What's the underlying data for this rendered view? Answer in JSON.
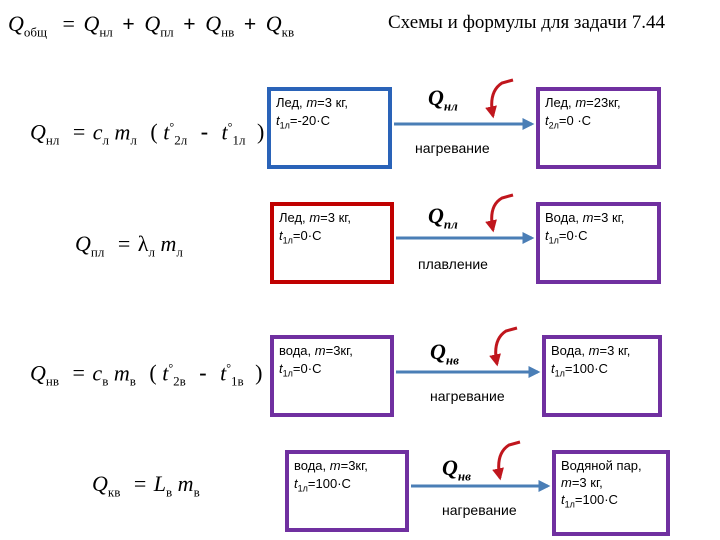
{
  "title": "Схемы и формулы для задачи 7.44",
  "colors": {
    "blue": "#2a63b8",
    "purple": "#7030a0",
    "red": "#c00000",
    "arrow": "#4a7eb6",
    "hook": "#c0161d"
  },
  "header_formula": {
    "lhs": "Q",
    "lhs_sub": "общ",
    "eq": "=",
    "t1": "Q",
    "t1_sub": "нл",
    "plus1": "+",
    "t2": "Q",
    "t2_sub": "пл",
    "plus2": "+",
    "t3": "Q",
    "t3_sub": "нв",
    "plus3": "+",
    "t4": "Q",
    "t4_sub": "кв"
  },
  "rows": [
    {
      "formula": {
        "q": "Q",
        "q_sub": "нл",
        "eq": "=",
        "c": "c",
        "c_sub": "л",
        "m": "m",
        "m_sub": "л",
        "lp": "(",
        "t2": "t",
        "t2_sup": "°",
        "t2_sub": "2л",
        "minus": "-",
        "t1": "t",
        "t1_sup": "°",
        "t1_sub": "1л",
        "rp": ")"
      },
      "left_box": {
        "l1": "Лед,",
        "m": "m",
        "l1b": "=3 кг,",
        "t": "t",
        "t_sub": "1л",
        "l2b": "=-20",
        "deg": "·",
        "unit": "С"
      },
      "q_label": {
        "q": "Q",
        "sub": "нл"
      },
      "process": "нагревание",
      "right_box": {
        "l1": " Лед,",
        "m": "m",
        "l1b": "=23кг,",
        "t": "t",
        "t_sub": "2л",
        "l2b": "=0",
        "deg": " ·",
        "unit": "С"
      }
    },
    {
      "formula": {
        "q": "Q",
        "q_sub": "пл",
        "eq": "=",
        "lam": "λ",
        "lam_sub": "л",
        "m": "m",
        "m_sub": "л"
      },
      "left_box": {
        "l1": "Лед,",
        "m": "m",
        "l1b": "=3 кг,",
        "t": "t",
        "t_sub": "1л",
        "l2b": "=0",
        "deg": "·",
        "unit": "С"
      },
      "q_label": {
        "q": "Q",
        "sub": "пл"
      },
      "process": "плавление",
      "right_box": {
        "l1": "Вода,",
        "m": "m",
        "l1b": "=3 кг,",
        "t": "t",
        "t_sub": "1л",
        "l2b": "=0",
        "deg": "·",
        "unit": "С"
      }
    },
    {
      "formula": {
        "q": "Q",
        "q_sub": "нв",
        "eq": "=",
        "c": "c",
        "c_sub": "в",
        "m": "m",
        "m_sub": "в",
        "lp": "(",
        "t2": "t",
        "t2_sup": "°",
        "t2_sub": "2в",
        "minus": "-",
        "t1": "t",
        "t1_sup": "°",
        "t1_sub": "1в",
        "rp": ")"
      },
      "left_box": {
        "l1": "вода,",
        "m": "m",
        "l1b": "=3кг,",
        "t": "t",
        "t_sub": "1л",
        "l2b": "=0",
        "deg": "·",
        "unit": "С"
      },
      "q_label": {
        "q": "Q",
        "sub": "нв"
      },
      "process": "нагревание",
      "right_box": {
        "l1": "Вода,",
        "m": "m",
        "l1b": "=3 кг,",
        "t": "t",
        "t_sub": "1л",
        "l2b": "=100",
        "deg": "·",
        "unit": "С"
      }
    },
    {
      "formula": {
        "q": "Q",
        "q_sub": "кв",
        "eq": "=",
        "L": "L",
        "L_sub": "в",
        "m": "m",
        "m_sub": "в"
      },
      "left_box": {
        "l1": "вода,",
        "m": "m",
        "l1b": "=3кг,",
        "t": "t",
        "t_sub": "1л",
        "l2b": "=100",
        "deg": "·",
        "unit": "С"
      },
      "q_label": {
        "q": "Q",
        "sub": "нв"
      },
      "process": "нагревание",
      "right_box": {
        "l1": "Водяной пар,",
        "m": "m",
        "l1b": "=3 кг,",
        "t": "t",
        "t_sub": "1л",
        "l2b": "=100",
        "deg": "·",
        "unit": "С"
      }
    }
  ]
}
